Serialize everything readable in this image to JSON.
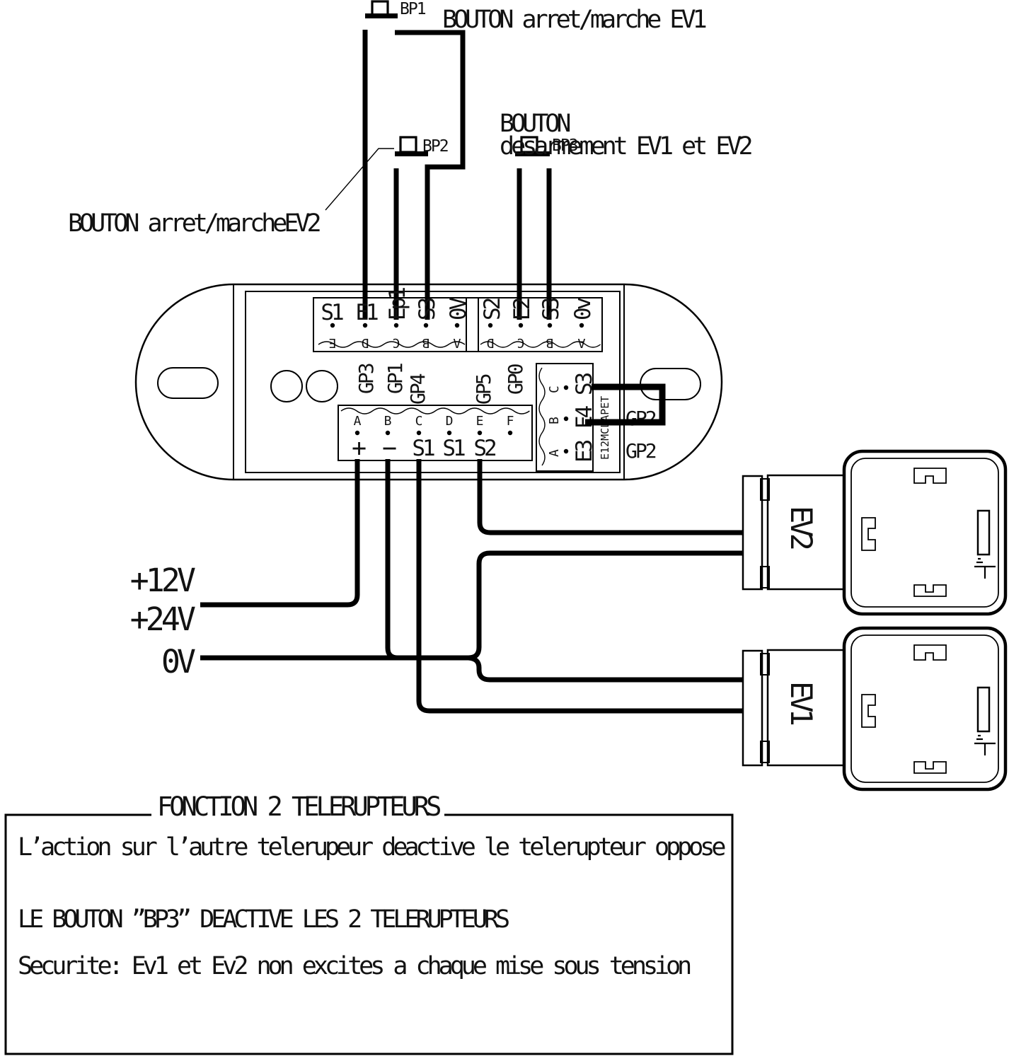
{
  "page": {
    "background": "#ffffff",
    "ink": "#000000"
  },
  "buttons": {
    "bp1": "BP1",
    "bp2": "BP2",
    "bp3": "BP3"
  },
  "annotations": {
    "ev1_button": "BOUTON arret/marche EV1",
    "desarm_line1": "BOUTON",
    "desarm_line2": "desarmement EV1 et EV2",
    "ev2_button": "BOUTON arret/marcheEV2"
  },
  "power": {
    "plus12": "+12V",
    "plus24": "+24V",
    "zero": "0V"
  },
  "module": {
    "top_left": {
      "label_s1": "S1",
      "label_e1": "E1",
      "rot_labels": [
        "Ep1",
        "S3",
        "0V"
      ],
      "pins": [
        "E",
        "D",
        "C",
        "B",
        "A"
      ]
    },
    "top_right": {
      "rot_labels": [
        "S2",
        "E2",
        "S3",
        "0v"
      ],
      "pins": [
        "D",
        "C",
        "B",
        "A"
      ]
    },
    "bottom": {
      "pins": [
        "A",
        "B",
        "C",
        "D",
        "E",
        "F"
      ],
      "labels": [
        "+",
        "−",
        "S1",
        "S1",
        "S2"
      ]
    },
    "side": {
      "pins": [
        "C",
        "B",
        "A"
      ],
      "rot_labels": [
        "S3",
        "E4",
        "E3"
      ],
      "part": "E12MCLAPET"
    },
    "gp": {
      "gp3": "GP3",
      "gp1": "GP1",
      "gp0": "GP0",
      "gp4": "GP4",
      "gp5": "GP5",
      "gp2a": "GP2",
      "gp2b": "GP2"
    }
  },
  "valves": {
    "ev2": "EV2",
    "ev1": "EV1"
  },
  "note_box": {
    "title": "FONCTION 2 TELERUPTEURS",
    "line1": "L’action sur l’autre telerupeur deactive le telerupteur oppose",
    "line2": "LE BOUTON ”BP3” DEACTIVE LES 2 TELERUPTEURS",
    "line3": "Securite: Ev1 et Ev2 non excites a chaque mise sous tension"
  }
}
